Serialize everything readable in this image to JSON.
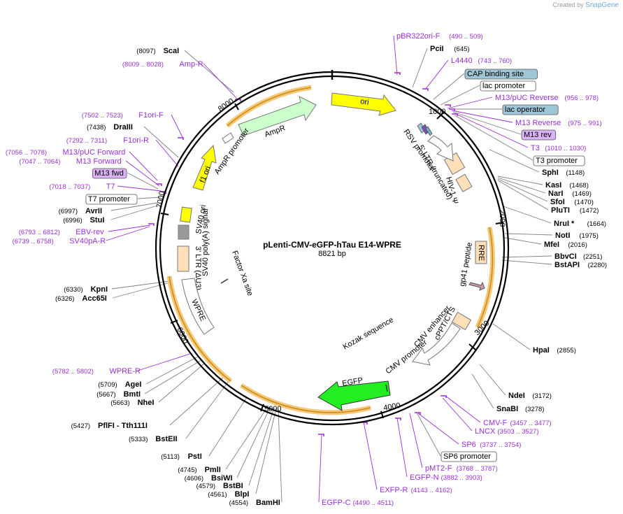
{
  "watermark": {
    "prefix": "Created by",
    "brand": "SnapGene"
  },
  "plasmid": {
    "name": "pLenti-CMV-eGFP-hTau E14-WPRE",
    "size": "8821 bp"
  },
  "ticks": [
    "1000",
    "2000",
    "3000",
    "4000",
    "5000",
    "6000",
    "7000",
    "8000"
  ],
  "colors": {
    "enzyme_line": "#808080",
    "primer": "#9a2fd6",
    "feature_outline": "#f0a030"
  },
  "labels": [
    {
      "name": "ScaI",
      "pos": "(8097)",
      "color": "#000000",
      "bold": true,
      "side": "left"
    },
    {
      "name": "Amp-R",
      "pos": "(8009 .. 8028)",
      "color": "#9a2fd6",
      "bold": false,
      "side": "left"
    },
    {
      "name": "F1ori-F",
      "pos": "(7502 .. 7523)",
      "color": "#9a2fd6",
      "bold": false,
      "side": "left"
    },
    {
      "name": "DraIII",
      "pos": "(7438)",
      "color": "#000000",
      "bold": true,
      "side": "left"
    },
    {
      "name": "F1ori-R",
      "pos": "(7292 .. 7311)",
      "color": "#9a2fd6",
      "bold": false,
      "side": "left"
    },
    {
      "name": "M13/pUC Forward",
      "pos": "(7056 .. 7078)",
      "color": "#9a2fd6",
      "bold": false,
      "side": "left"
    },
    {
      "name": "M13 Forward",
      "pos": "(7047 .. 7064)",
      "color": "#9a2fd6",
      "bold": false,
      "side": "left"
    },
    {
      "name": "M13 fwd",
      "pos": "",
      "color": "#000000",
      "bold": false,
      "side": "left",
      "box": "#d9b3f5"
    },
    {
      "name": "T7",
      "pos": "(7018 .. 7037)",
      "color": "#9a2fd6",
      "bold": false,
      "side": "left"
    },
    {
      "name": "T7 promoter",
      "pos": "",
      "color": "#000000",
      "bold": false,
      "side": "left",
      "box": "#ffffff"
    },
    {
      "name": "AvrII",
      "pos": "(6997)",
      "color": "#000000",
      "bold": true,
      "side": "left"
    },
    {
      "name": "StuI",
      "pos": "(6996)",
      "color": "#000000",
      "bold": true,
      "side": "left"
    },
    {
      "name": "EBV-rev",
      "pos": "(6793 .. 6812)",
      "color": "#9a2fd6",
      "bold": false,
      "side": "left"
    },
    {
      "name": "SV40pA-R",
      "pos": "(6739 .. 6758)",
      "color": "#9a2fd6",
      "bold": false,
      "side": "left"
    },
    {
      "name": "KpnI",
      "pos": "(6330)",
      "color": "#000000",
      "bold": true,
      "side": "left"
    },
    {
      "name": "Acc65I",
      "pos": "(6326)",
      "color": "#000000",
      "bold": true,
      "side": "left"
    },
    {
      "name": "WPRE-R",
      "pos": "(5782 .. 5802)",
      "color": "#9a2fd6",
      "bold": false,
      "side": "left"
    },
    {
      "name": "AgeI",
      "pos": "(5709)",
      "color": "#000000",
      "bold": true,
      "side": "left"
    },
    {
      "name": "BmtI",
      "pos": "(5667)",
      "color": "#000000",
      "bold": true,
      "side": "left"
    },
    {
      "name": "NheI",
      "pos": "(5663)",
      "color": "#000000",
      "bold": true,
      "side": "left"
    },
    {
      "name": "PflFI - Tth111I",
      "pos": "(5427)",
      "color": "#000000",
      "bold": true,
      "side": "left"
    },
    {
      "name": "BstEII",
      "pos": "(5333)",
      "color": "#000000",
      "bold": true,
      "side": "left"
    },
    {
      "name": "PstI",
      "pos": "(5113)",
      "color": "#000000",
      "bold": true,
      "side": "left"
    },
    {
      "name": "PmlI",
      "pos": "(4745)",
      "color": "#000000",
      "bold": true,
      "side": "left"
    },
    {
      "name": "BsiWI",
      "pos": "(4606)",
      "color": "#000000",
      "bold": true,
      "side": "left"
    },
    {
      "name": "BstBI",
      "pos": "(4579)",
      "color": "#000000",
      "bold": true,
      "side": "left"
    },
    {
      "name": "BlpI",
      "pos": "(4561)",
      "color": "#000000",
      "bold": true,
      "side": "left"
    },
    {
      "name": "BamHI",
      "pos": "(4554)",
      "color": "#000000",
      "bold": true,
      "side": "left"
    },
    {
      "name": "EGFP-C",
      "pos": "(4490 .. 4511)",
      "color": "#9a2fd6",
      "bold": false,
      "side": "right"
    },
    {
      "name": "EXFP-R",
      "pos": "(4143 .. 4162)",
      "color": "#9a2fd6",
      "bold": false,
      "side": "right"
    },
    {
      "name": "EGFP-N",
      "pos": "(3882 .. 3903)",
      "color": "#9a2fd6",
      "bold": false,
      "side": "right"
    },
    {
      "name": "pMT2-F",
      "pos": "(3768 .. 3787)",
      "color": "#9a2fd6",
      "bold": false,
      "side": "right"
    },
    {
      "name": "SP6 promoter",
      "pos": "",
      "color": "#000000",
      "bold": false,
      "side": "right",
      "box": "#ffffff"
    },
    {
      "name": "SP6",
      "pos": "(3737 .. 3754)",
      "color": "#9a2fd6",
      "bold": false,
      "side": "right"
    },
    {
      "name": "LNCX",
      "pos": "(3503 .. 3527)",
      "color": "#9a2fd6",
      "bold": false,
      "side": "right"
    },
    {
      "name": "CMV-F",
      "pos": "(3457 .. 3477)",
      "color": "#9a2fd6",
      "bold": false,
      "side": "right"
    },
    {
      "name": "SnaBI",
      "pos": "(3278)",
      "color": "#000000",
      "bold": true,
      "side": "right"
    },
    {
      "name": "NdeI",
      "pos": "(3172)",
      "color": "#000000",
      "bold": true,
      "side": "right"
    },
    {
      "name": "HpaI",
      "pos": "(2855)",
      "color": "#000000",
      "bold": true,
      "side": "right"
    },
    {
      "name": "BstAPI",
      "pos": "(2280)",
      "color": "#000000",
      "bold": true,
      "side": "right"
    },
    {
      "name": "BbvCI",
      "pos": "(2251)",
      "color": "#000000",
      "bold": true,
      "side": "right"
    },
    {
      "name": "MfeI",
      "pos": "(2016)",
      "color": "#000000",
      "bold": true,
      "side": "right"
    },
    {
      "name": "NotI",
      "pos": "(1975)",
      "color": "#000000",
      "bold": true,
      "side": "right"
    },
    {
      "name": "NruI *",
      "pos": "(1664)",
      "color": "#000000",
      "bold": true,
      "side": "right"
    },
    {
      "name": "PluTI",
      "pos": "(1472)",
      "color": "#000000",
      "bold": true,
      "side": "right"
    },
    {
      "name": "SfoI",
      "pos": "(1470)",
      "color": "#000000",
      "bold": true,
      "side": "right"
    },
    {
      "name": "NarI",
      "pos": "(1469)",
      "color": "#000000",
      "bold": true,
      "side": "right"
    },
    {
      "name": "KasI",
      "pos": "(1468)",
      "color": "#000000",
      "bold": true,
      "side": "right"
    },
    {
      "name": "SphI",
      "pos": "(1148)",
      "color": "#000000",
      "bold": true,
      "side": "right"
    },
    {
      "name": "T3 promoter",
      "pos": "",
      "color": "#000000",
      "bold": false,
      "side": "right",
      "box": "#ffffff"
    },
    {
      "name": "T3",
      "pos": "(1010 .. 1030)",
      "color": "#9a2fd6",
      "bold": false,
      "side": "right"
    },
    {
      "name": "M13 rev",
      "pos": "",
      "color": "#000000",
      "bold": false,
      "side": "right",
      "box": "#d9b3f5"
    },
    {
      "name": "M13 Reverse",
      "pos": "(975 .. 991)",
      "color": "#9a2fd6",
      "bold": false,
      "side": "right"
    },
    {
      "name": "lac operator",
      "pos": "",
      "color": "#000000",
      "bold": false,
      "side": "right",
      "box": "#9fc6d6"
    },
    {
      "name": "M13/pUC Reverse",
      "pos": "(956 .. 978)",
      "color": "#9a2fd6",
      "bold": false,
      "side": "right"
    },
    {
      "name": "lac promoter",
      "pos": "",
      "color": "#000000",
      "bold": false,
      "side": "right",
      "box": "#ffffff"
    },
    {
      "name": "CAP binding site",
      "pos": "",
      "color": "#000000",
      "bold": false,
      "side": "right",
      "box": "#9fc6d6"
    },
    {
      "name": "L4440",
      "pos": "(743 .. 760)",
      "color": "#9a2fd6",
      "bold": false,
      "side": "right"
    },
    {
      "name": "PciI",
      "pos": "(645)",
      "color": "#000000",
      "bold": true,
      "side": "right"
    },
    {
      "name": "pBR322ori-F",
      "pos": "(490 .. 509)",
      "color": "#9a2fd6",
      "bold": false,
      "side": "right"
    }
  ],
  "features": [
    {
      "name": "ori",
      "kind": "arrow",
      "color": "#ffff00"
    },
    {
      "name": "AmpR",
      "kind": "arrow",
      "color": "#ccffcc"
    },
    {
      "name": "AmpR promoter",
      "kind": "arrow",
      "color": "#ffffff"
    },
    {
      "name": "f1 ori",
      "kind": "arrow",
      "color": "#ffff00"
    },
    {
      "name": "SV40 ori",
      "kind": "box",
      "color": "#ffff00"
    },
    {
      "name": "SV40 poly(A) signal",
      "kind": "box",
      "color": "#999999"
    },
    {
      "name": "3' LTR (ΔU3)",
      "kind": "box",
      "color": "#ffdfb8"
    },
    {
      "name": "WPRE",
      "kind": "box",
      "color": "#ffffff"
    },
    {
      "name": "EGFP",
      "kind": "arrow",
      "color": "#22ee22"
    },
    {
      "name": "Kozak sequence",
      "kind": "line",
      "color": "#333333"
    },
    {
      "name": "CMV promoter",
      "kind": "arrow",
      "color": "#ffffff"
    },
    {
      "name": "CMV enhancer",
      "kind": "box",
      "color": "#ffffff"
    },
    {
      "name": "cPPT/CTS",
      "kind": "box",
      "color": "#ffdfb8"
    },
    {
      "name": "gp41 peptide",
      "kind": "arrow",
      "color": "#cc99aa"
    },
    {
      "name": "RRE",
      "kind": "box",
      "color": "#ffdfb8"
    },
    {
      "name": "HIV-1 Ψ",
      "kind": "box",
      "color": "#ffdfb8"
    },
    {
      "name": "5' LTR (truncated)",
      "kind": "box",
      "color": "#ffdfb8"
    },
    {
      "name": "RSV promoter",
      "kind": "arrow",
      "color": "#ffffff"
    },
    {
      "name": "Factor Xa site",
      "kind": "line",
      "color": "#333333"
    }
  ]
}
